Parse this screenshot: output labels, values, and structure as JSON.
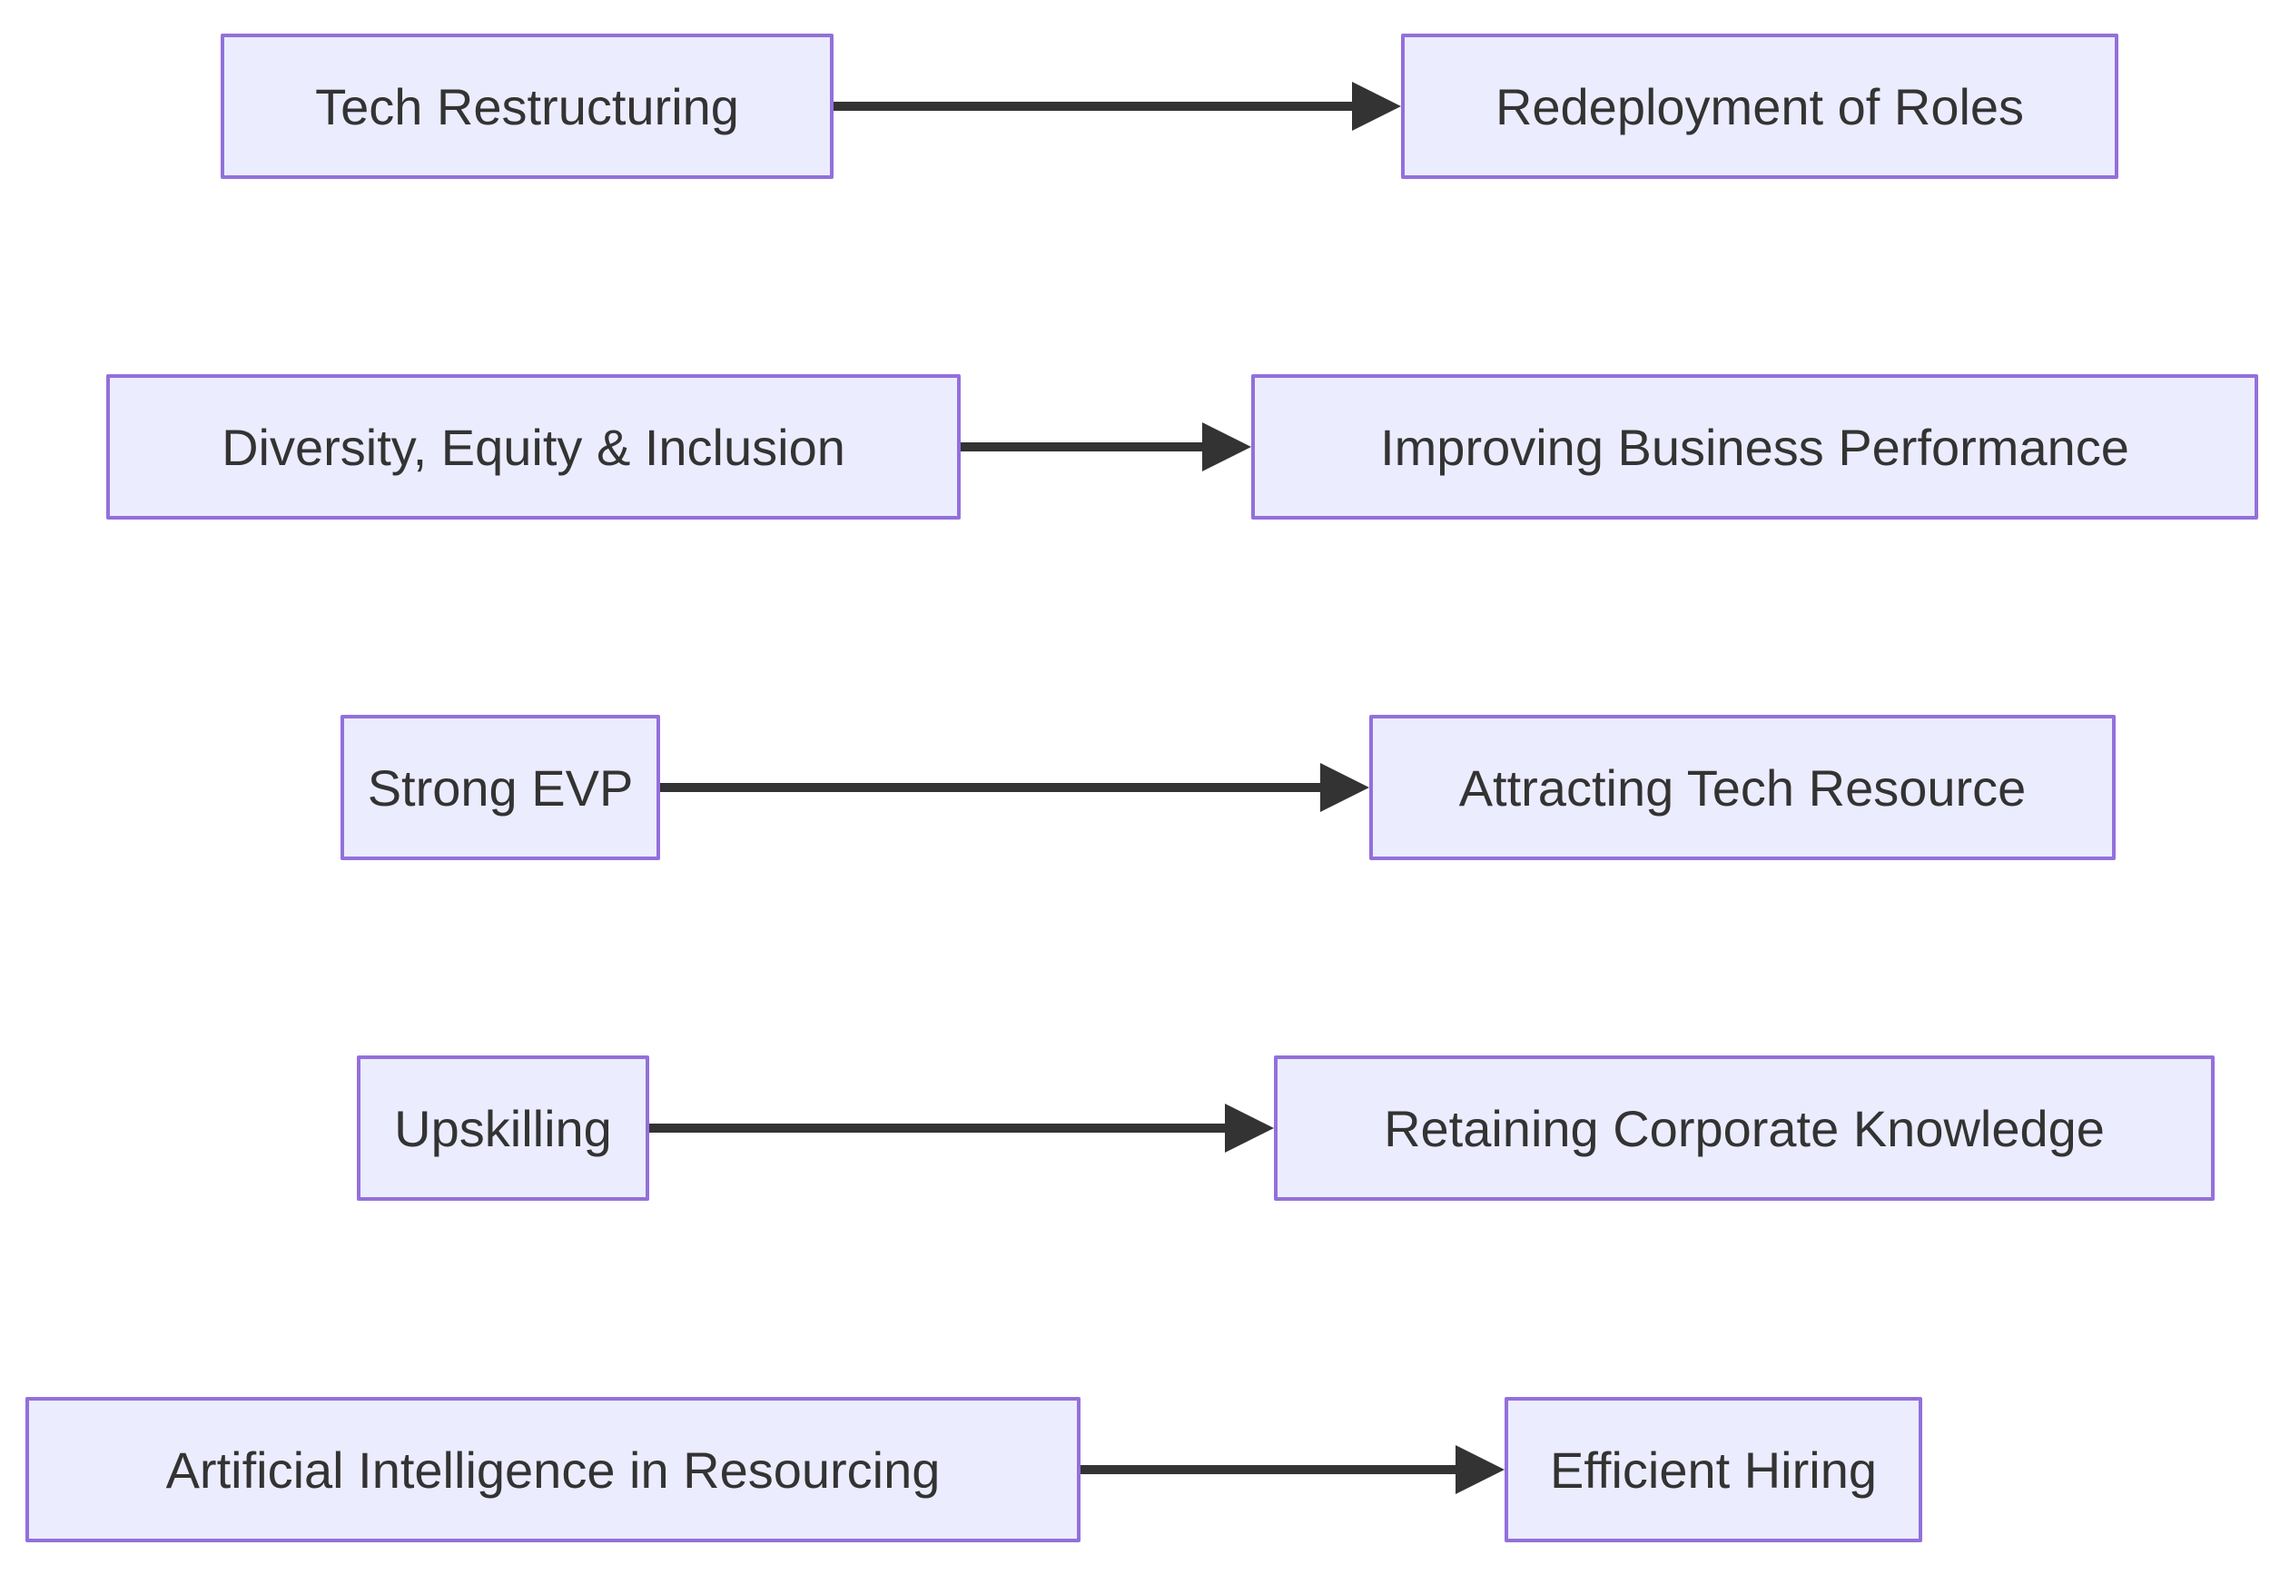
{
  "diagram": {
    "type": "flowchart-left-to-right",
    "rows": [
      {
        "source": "Tech Restructuring",
        "target": "Redeployment of Roles"
      },
      {
        "source": "Diversity, Equity & Inclusion",
        "target": "Improving Business Performance"
      },
      {
        "source": "Strong EVP",
        "target": "Attracting Tech Resource"
      },
      {
        "source": "Upskilling",
        "target": "Retaining Corporate Knowledge"
      },
      {
        "source": "Artificial Intelligence in Resourcing",
        "target": "Efficient Hiring"
      }
    ],
    "colors": {
      "node_fill": "#ECECFF",
      "node_border": "#9370DB",
      "text": "#333333",
      "arrow": "#333333",
      "background": "#FFFFFF"
    }
  }
}
